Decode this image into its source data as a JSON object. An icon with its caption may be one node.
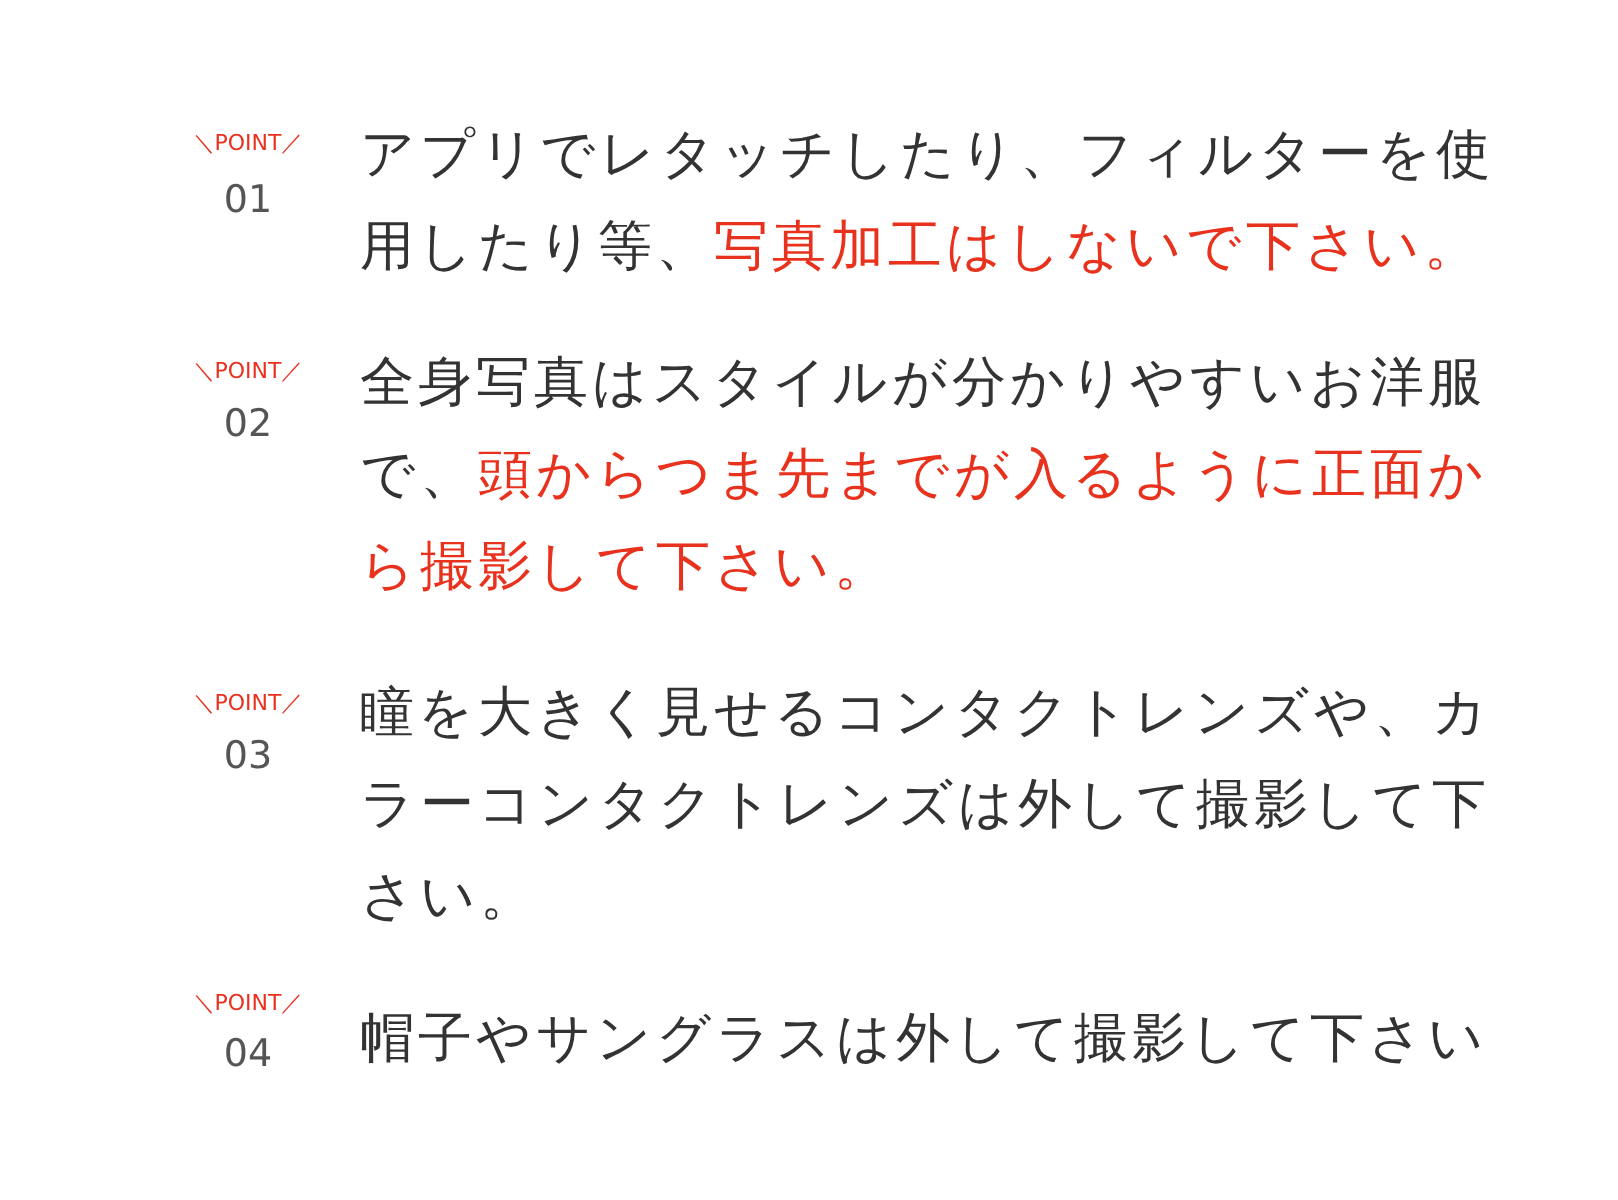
{
  "diagram": {
    "labels": [
      "＼POINT／",
      "01",
      "アプリでレタッチしたり、フィルターを使用したり等、**写真加工はしないで下さい。**",
      "＼POINT／",
      "02",
      "全身写真はスタイルが分かりやすいお洋服で、**頭からつま先までが入るように正面から撮影して下さい。**",
      "＼POINT／",
      "03",
      "瞳を大きく見せるコンタクトレンズや、カラーコンタクトレンズは外して撮影して下さい。",
      "＼POINT／",
      "04",
      "帽子やサングラスは外して撮影して下さい"
    ]
  }
}
